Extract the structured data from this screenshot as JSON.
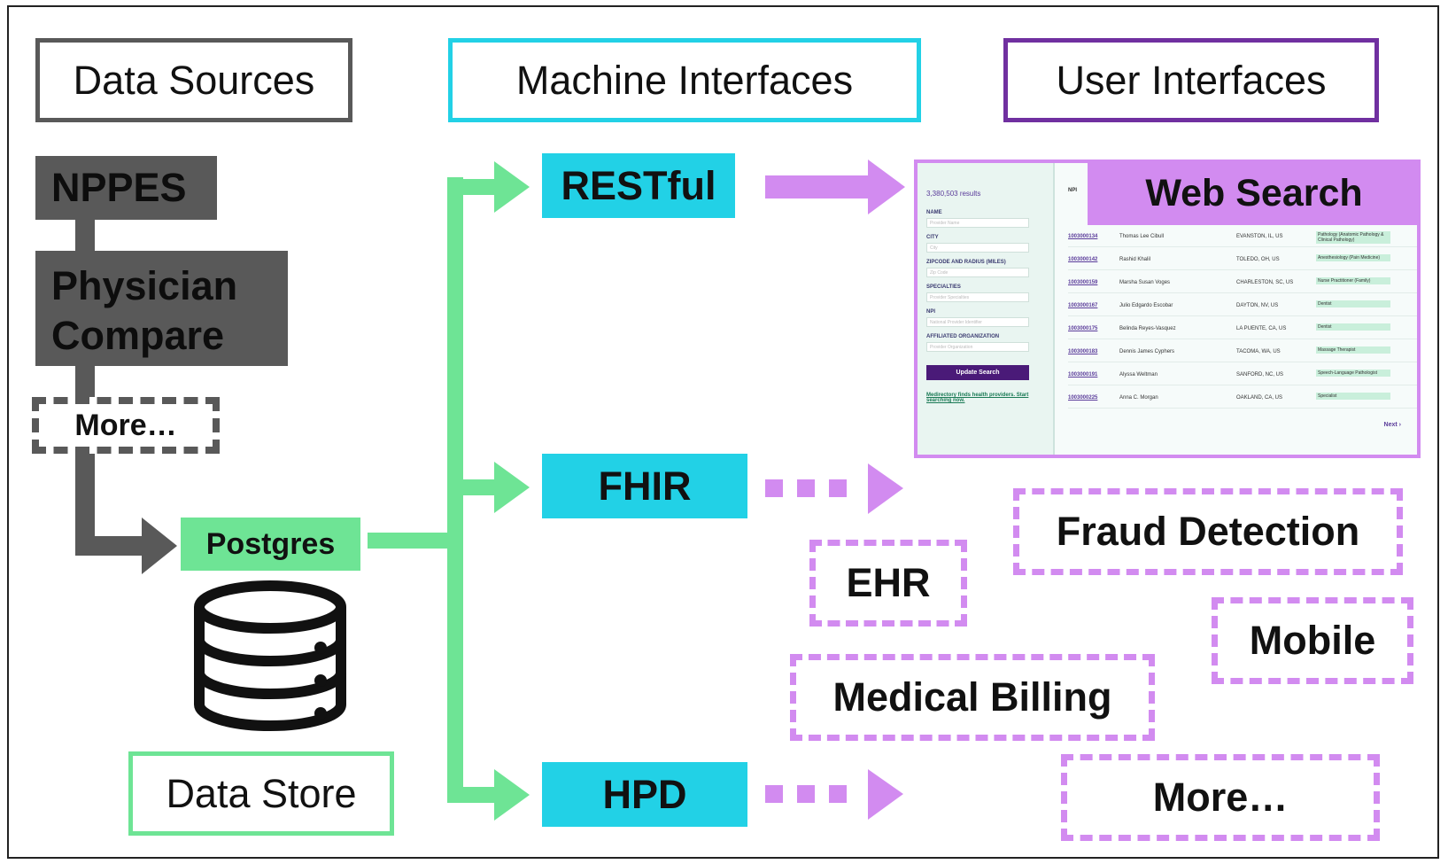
{
  "headers": {
    "data_sources": "Data Sources",
    "machine_interfaces": "Machine Interfaces",
    "user_interfaces": "User Interfaces",
    "data_store": "Data Store"
  },
  "sources": {
    "nppes": "NPPES",
    "physician_compare_line1": "Physician",
    "physician_compare_line2": "Compare",
    "more": "More…"
  },
  "store": {
    "postgres": "Postgres"
  },
  "interfaces": {
    "restful": "RESTful",
    "fhir": "FHIR",
    "hpd": "HPD"
  },
  "user_interfaces": {
    "web_search": "Web Search",
    "fraud_detection": "Fraud Detection",
    "ehr": "EHR",
    "mobile": "Mobile",
    "medical_billing": "Medical Billing",
    "more": "More…"
  },
  "screenshot": {
    "results": "3,380,503 results",
    "col_npi": "NPI",
    "filters": [
      {
        "label": "NAME",
        "placeholder": "Provider Name"
      },
      {
        "label": "CITY",
        "placeholder": "City"
      },
      {
        "label": "ZIPCODE AND RADIUS (MILES)",
        "placeholder": "Zip Code"
      },
      {
        "label": "SPECIALTIES",
        "placeholder": "Provider Specialties"
      },
      {
        "label": "NPI",
        "placeholder": "National Provider Identifier"
      },
      {
        "label": "AFFILIATED ORGANIZATION",
        "placeholder": "Provider Organization"
      }
    ],
    "update_button": "Update Search",
    "tagline": "Medirectory finds health providers. Start searching now.",
    "next": "Next ›",
    "rows": [
      {
        "npi": "1003000134",
        "name": "Thomas Lee Cibull",
        "city": "EVANSTON, IL, US",
        "spec": "Pathology (Anatomic Pathology & Clinical Pathology)"
      },
      {
        "npi": "1003000142",
        "name": "Rashid Khalil",
        "city": "TOLEDO, OH, US",
        "spec": "Anesthesiology (Pain Medicine)"
      },
      {
        "npi": "1003000159",
        "name": "Marsha Susan Voges",
        "city": "CHARLESTON, SC, US",
        "spec": "Nurse Practitioner (Family)"
      },
      {
        "npi": "1003000167",
        "name": "Julio Edgardo Escobar",
        "city": "DAYTON, NV, US",
        "spec": "Dentist"
      },
      {
        "npi": "1003000175",
        "name": "Belinda Reyes-Vasquez",
        "city": "LA PUENTE, CA, US",
        "spec": "Dentist"
      },
      {
        "npi": "1003000183",
        "name": "Dennis James Cyphers",
        "city": "TACOMA, WA, US",
        "spec": "Massage Therapist"
      },
      {
        "npi": "1003000191",
        "name": "Alyssa Weltman",
        "city": "SANFORD, NC, US",
        "spec": "Speech-Language Pathologist"
      },
      {
        "npi": "1003000225",
        "name": "Anna C. Morgan",
        "city": "OAKLAND, CA, US",
        "spec": "Specialist"
      }
    ]
  },
  "colors": {
    "dark_gray": "#595959",
    "cyan": "#22d1e6",
    "green": "#6ee495",
    "purple": "#d28bf0",
    "header_purple": "#7030a0"
  }
}
